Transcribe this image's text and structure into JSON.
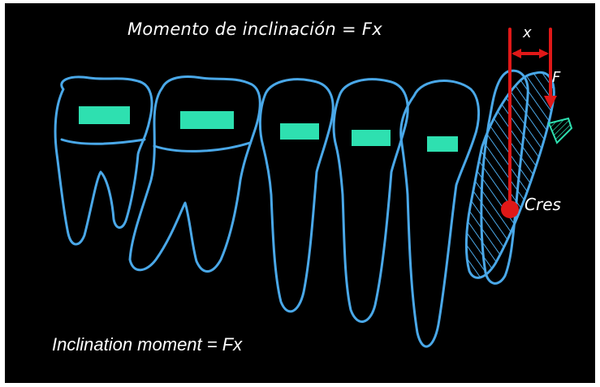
{
  "title": "Momento de inclinación = Fx",
  "caption": "Inclination moment = Fx",
  "labels": {
    "x": "x",
    "force": "F",
    "center_of_resistance": "Cres"
  },
  "colors": {
    "background": "#000000",
    "tooth_outline": "#4aa8e8",
    "bracket": "#2ee0b0",
    "force_vector": "#e01818",
    "text": "#ffffff"
  }
}
